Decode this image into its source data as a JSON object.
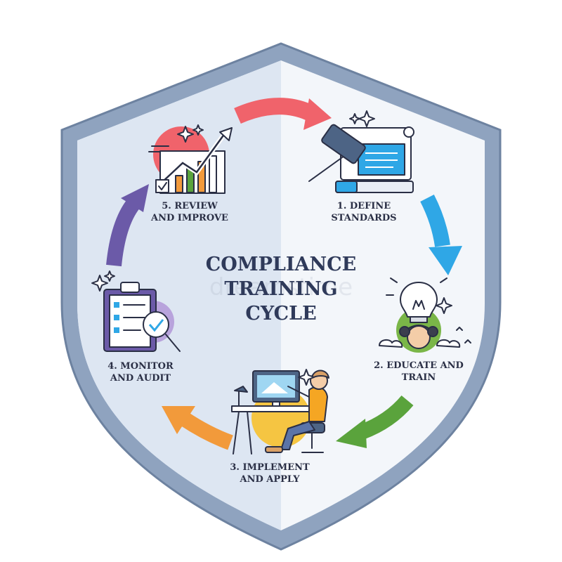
{
  "title": {
    "line1": "COMPLIANCE",
    "line2": "TRAINING",
    "line3": "CYCLE"
  },
  "steps": [
    {
      "line1": "1. DEFINE",
      "line2": "STANDARDS",
      "icon": "gavel-document-icon"
    },
    {
      "line1": "2. EDUCATE AND",
      "line2": "TRAIN",
      "icon": "lightbulb-student-icon"
    },
    {
      "line1": "3. IMPLEMENT",
      "line2": "AND APPLY",
      "icon": "person-at-computer-icon"
    },
    {
      "line1": "4. MONITOR",
      "line2": "AND AUDIT",
      "icon": "clipboard-magnifier-icon"
    },
    {
      "line1": "5. REVIEW",
      "line2": "AND IMPROVE",
      "icon": "growth-chart-icon"
    }
  ],
  "watermark": "dreamstime",
  "colors": {
    "shield_outer": "#8fa3bf",
    "shield_inner_left": "#dfe8f4",
    "shield_inner_right": "#f3f6fa",
    "arrow_1": "#f0636b",
    "arrow_2": "#2fa7e6",
    "arrow_3": "#5aa33c",
    "arrow_4": "#f29a3b",
    "arrow_5": "#6b5aa8"
  }
}
